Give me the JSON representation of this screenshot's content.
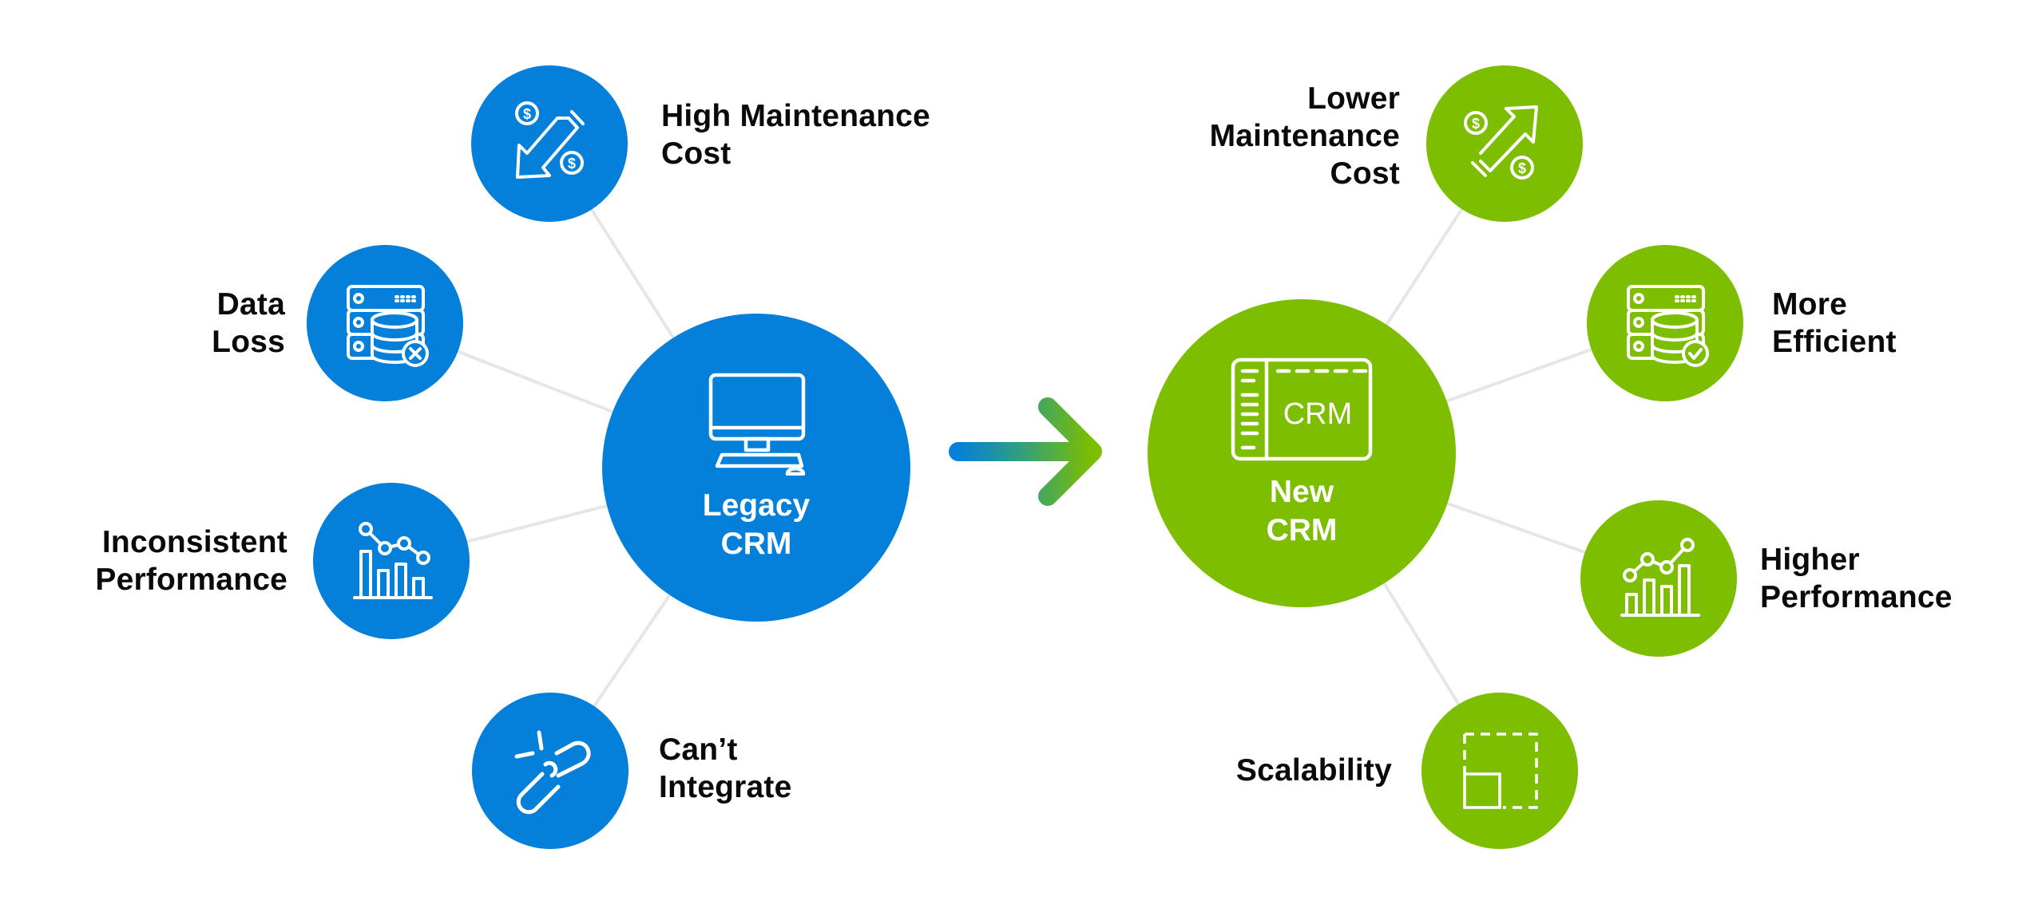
{
  "colors": {
    "legacy": "#0480DA",
    "modern": "#7DBE00",
    "connector": "#E6E6E6",
    "text": "#0A0A0A"
  },
  "legacy": {
    "title_lines": [
      "Legacy",
      "CRM"
    ],
    "icon": "desktop-computer-icon",
    "items": [
      {
        "id": "high-maintenance-cost",
        "lines": [
          "High Maintenance",
          "Cost"
        ],
        "icon": "cost-down-arrow-icon"
      },
      {
        "id": "data-loss",
        "lines": [
          "Data",
          "Loss"
        ],
        "icon": "database-error-icon"
      },
      {
        "id": "inconsistent-performance",
        "lines": [
          "Inconsistent",
          "Performance"
        ],
        "icon": "chart-declining-icon"
      },
      {
        "id": "cant-integrate",
        "lines": [
          "Can’t",
          "Integrate"
        ],
        "icon": "broken-link-icon"
      }
    ]
  },
  "arrow": {
    "icon": "gradient-right-arrow-icon"
  },
  "modern": {
    "title_lines": [
      "New",
      "CRM"
    ],
    "icon_text": "CRM",
    "icon": "crm-window-icon",
    "items": [
      {
        "id": "lower-maintenance-cost",
        "lines": [
          "Lower",
          "Maintenance",
          "Cost"
        ],
        "icon": "cost-up-arrow-icon"
      },
      {
        "id": "more-efficient",
        "lines": [
          "More",
          "Efficient"
        ],
        "icon": "database-check-icon"
      },
      {
        "id": "higher-performance",
        "lines": [
          "Higher",
          "Performance"
        ],
        "icon": "chart-rising-icon"
      },
      {
        "id": "scalability",
        "lines": [
          "Scalability"
        ],
        "icon": "scale-square-icon"
      }
    ]
  }
}
